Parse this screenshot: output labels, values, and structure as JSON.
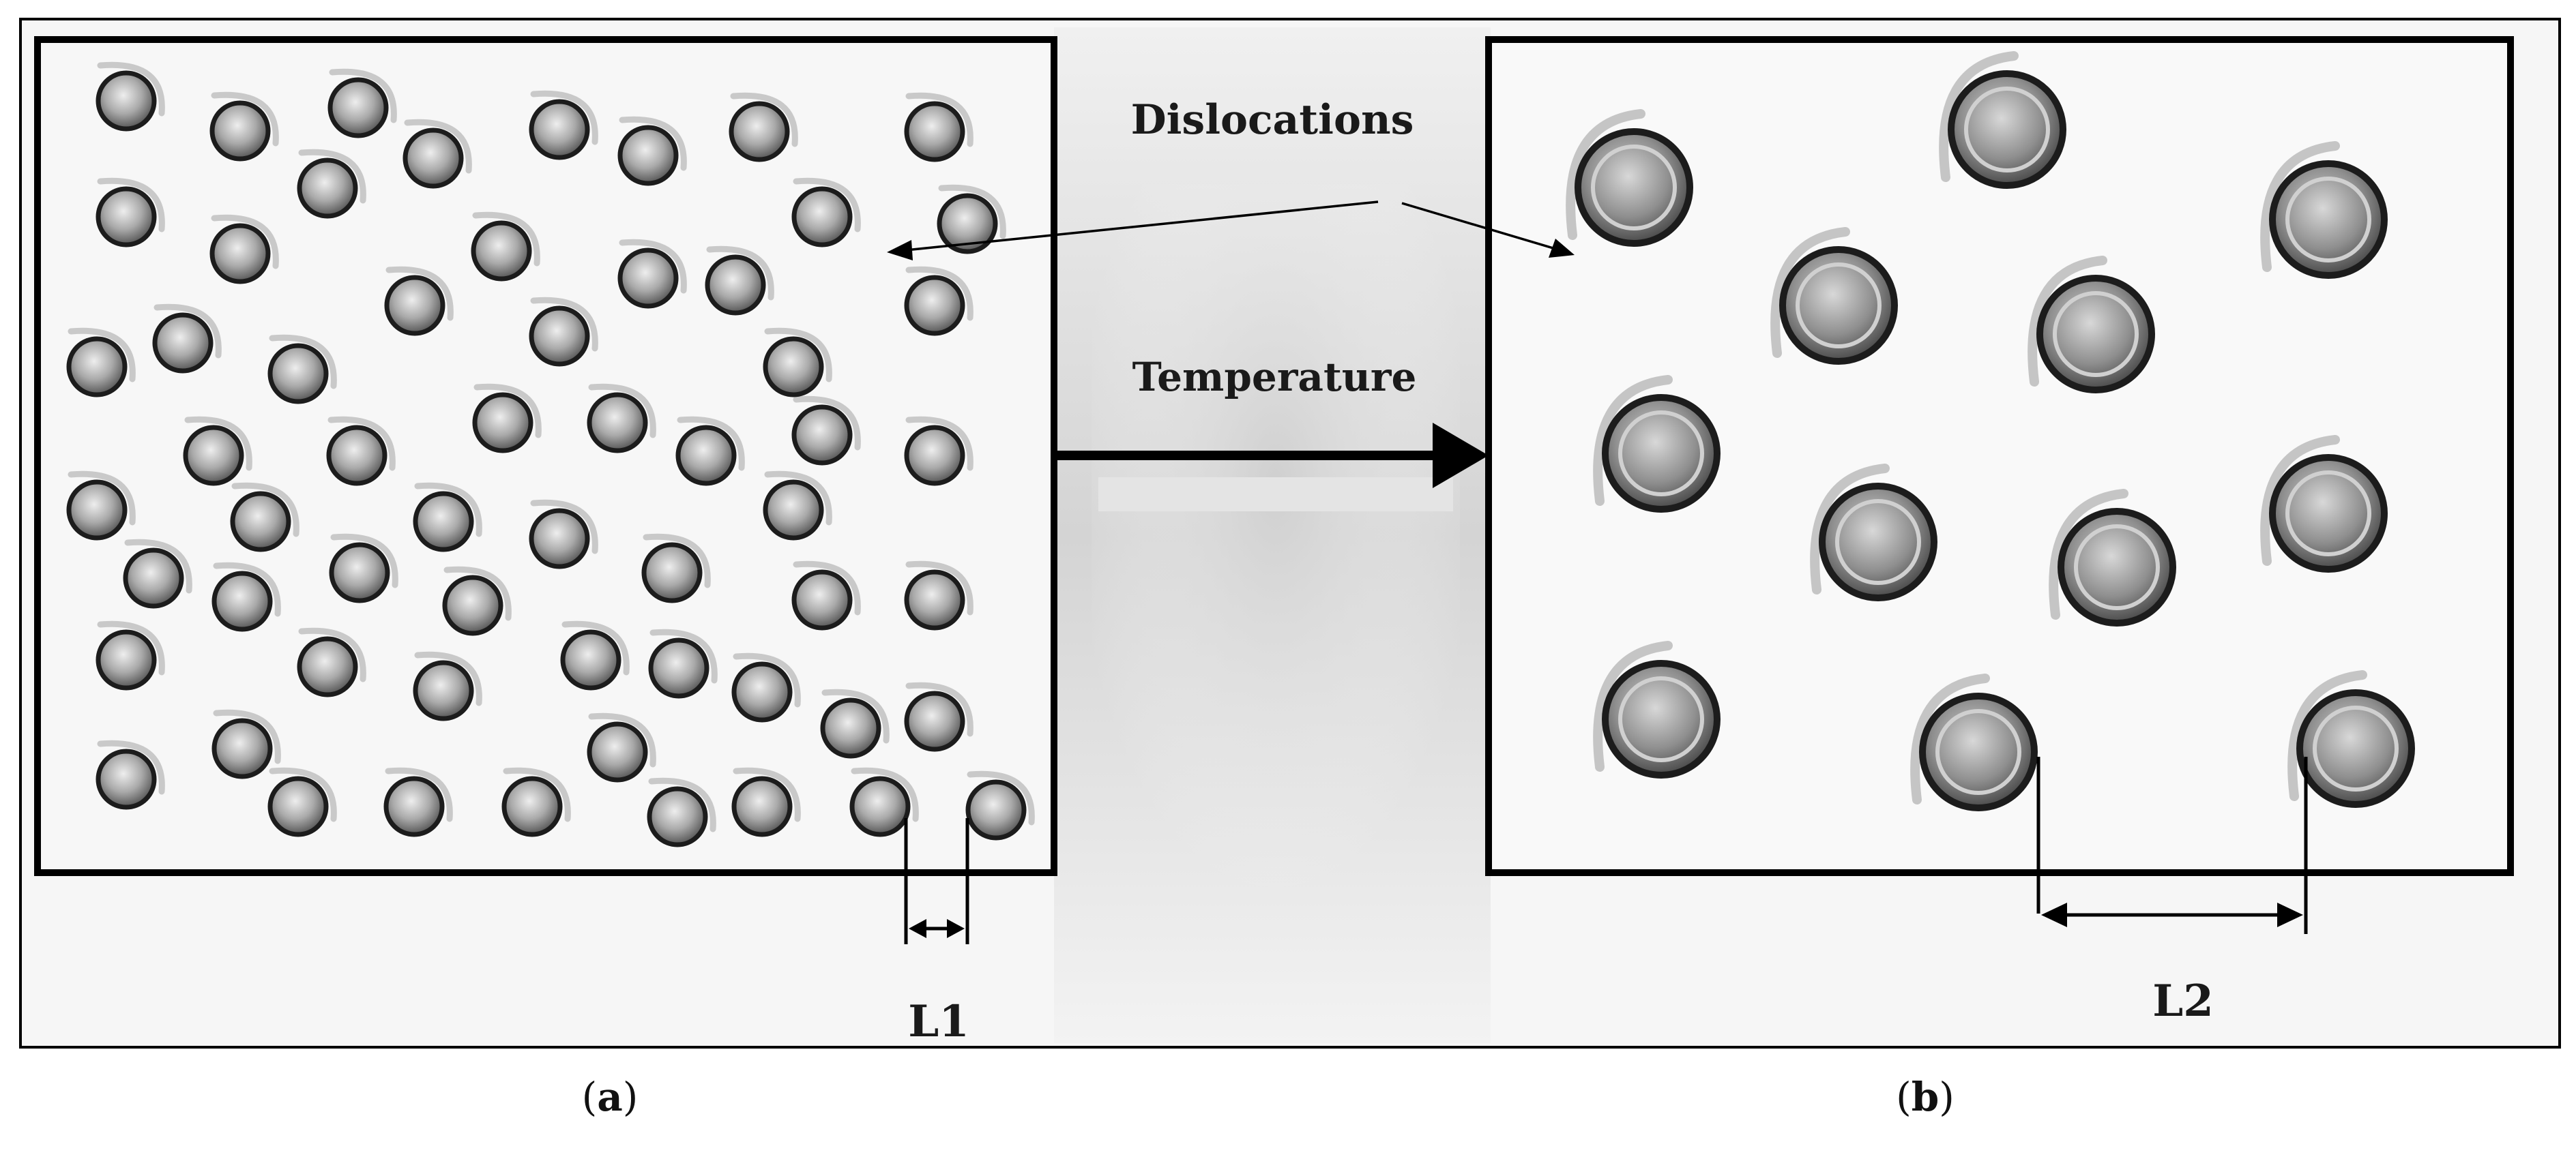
{
  "labels": {
    "dislocations": "Dislocations",
    "temperature": "Temperature",
    "l1": "L1",
    "l2": "L2"
  },
  "captions": {
    "a": "a",
    "b": "b"
  },
  "colors": {
    "frame": "#000000",
    "background": "#f6f6f6",
    "particle_rim": "#1c1c1c",
    "particle_fill": "#9a9a9a",
    "loop": "#c8c8c8"
  }
}
